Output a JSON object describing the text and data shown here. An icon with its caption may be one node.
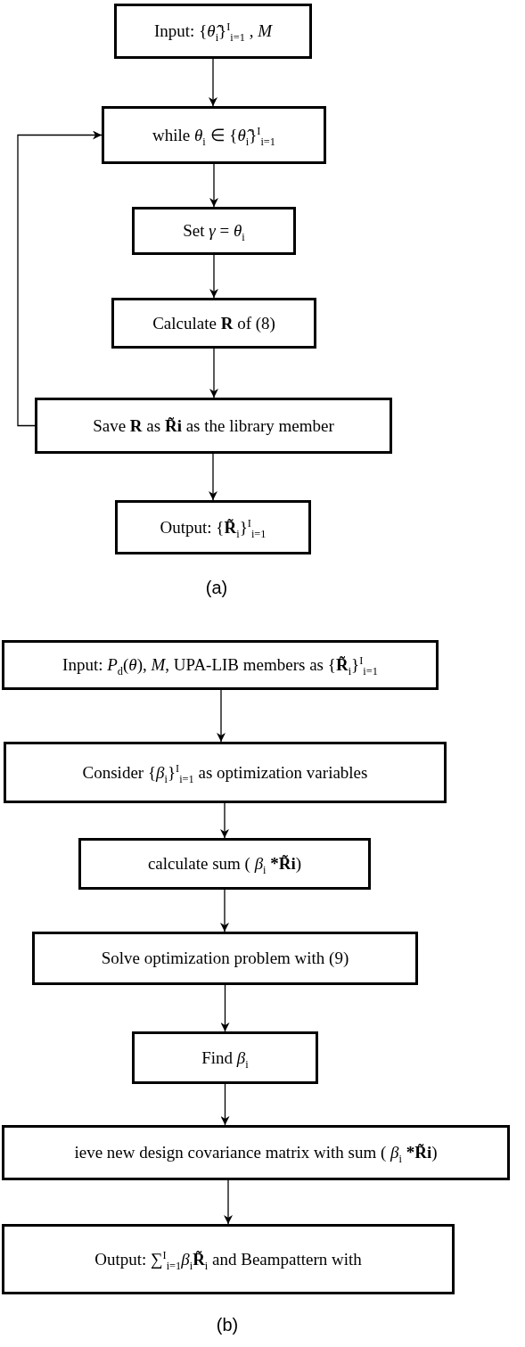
{
  "diagram": {
    "nodes": [
      {
        "text": [
          "Input: {*θ̂*$_{i}$}$^{I}$$_{i=1}$ , *M*"
        ]
      },
      {
        "text": [
          "while *θ*$_{i}$ ∈ {*θ̂*$_{i}$}$^{I}$$_{i=1}$"
        ]
      },
      {
        "text": [
          "Set *γ* = *θ*$_{i}$"
        ]
      },
      {
        "text": [
          "Calculate **R** of (8)"
        ]
      },
      {
        "text": [
          "Save **R** as **R̃i** as the library member"
        ]
      },
      {
        "text": [
          "Output: {**R̃**$_{i}$}$^{I}$$_{i=1}$"
        ]
      },
      {
        "text": [
          "Input: *P*$_{d}$(*θ*), *M*, UPA-LIB members as {**R̃**$_{i}$}$^{I}$$_{i=1}$"
        ]
      },
      {
        "text": [
          "Consider {*β*$_{i}$}$^{I}$$_{i=1}$ as optimization variables"
        ]
      },
      {
        "text": [
          "calculate sum ( *β*$_{i}$ ***R̃i**)"
        ]
      },
      {
        "text": [
          "Solve optimization problem with (9)"
        ]
      },
      {
        "text": [
          "Find *β*$_{i}$"
        ]
      },
      {
        "text": [
          "ieve new design covariance matrix with sum ( *β*$_{i}$ ***R̃i**)"
        ]
      },
      {
        "text": [
          "Output: ∑$^{I}$$_{i=1}$*β*$_{i}$**R̃**$_{i}$ and Beampattern with"
        ]
      }
    ],
    "edges": [
      {
        "from": 0,
        "to": 1,
        "arrow": "to"
      },
      {
        "from": 1,
        "to": 2,
        "arrow": "to"
      },
      {
        "from": 2,
        "to": 3,
        "arrow": "to"
      },
      {
        "from": 3,
        "to": 4,
        "arrow": "to"
      },
      {
        "from": 4,
        "to": 1,
        "arrow": "to"
      },
      {
        "from": 4,
        "to": 5,
        "arrow": "to"
      },
      {
        "from": 6,
        "to": 7,
        "arrow": "to"
      },
      {
        "from": 7,
        "to": 8,
        "arrow": "to"
      },
      {
        "from": 8,
        "to": 9,
        "arrow": "to"
      },
      {
        "from": 9,
        "to": 10,
        "arrow": "to"
      },
      {
        "from": 10,
        "to": 11,
        "arrow": "to"
      },
      {
        "from": 11,
        "to": 12,
        "arrow": "to"
      }
    ],
    "labels": [
      "(a)",
      "(b)"
    ]
  }
}
